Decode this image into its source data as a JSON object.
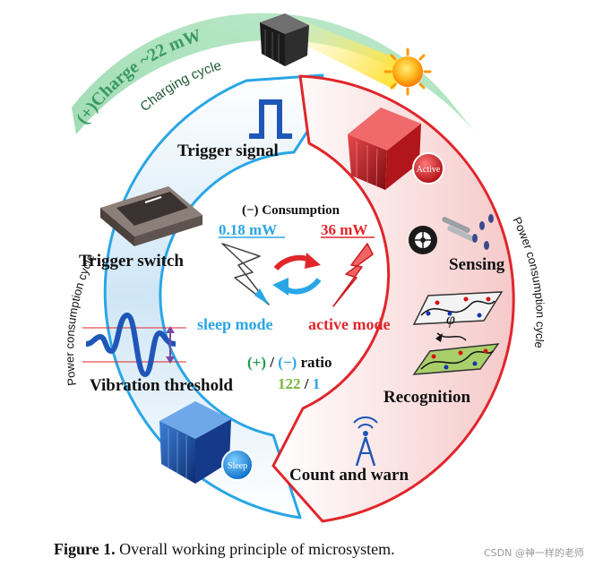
{
  "colors": {
    "blue_ring": "#29a6e6",
    "red_ring": "#e0262b",
    "charge_green": "#3a9a62",
    "ratio_green": "#1d9a4a",
    "ratio_blue": "#29a6e6",
    "ratio_lightgreen": "#7ab83a",
    "sleep_blue": "#29a6e6",
    "active_red": "#e0262b"
  },
  "charging": {
    "charge_text": "(+)Charge ~22 mW",
    "cycle_text": "Charging cycle"
  },
  "left_cycle_label": "Power consumption cycle",
  "right_cycle_label": "Power consumption cycle",
  "left_items": {
    "trigger_signal": "Trigger signal",
    "trigger_switch": "Trigger switch",
    "vibration_threshold": "Vibration threshold"
  },
  "right_items": {
    "sensing": "Sensing",
    "recognition": "Recognition",
    "count_warn": "Count and warn"
  },
  "cube_badges": {
    "active": "Active",
    "sleep": "Sleep"
  },
  "center": {
    "consumption_title": "(−) Consumption",
    "sleep_power": "0.18 mW",
    "active_power": "36 mW",
    "sleep_mode": "sleep mode",
    "active_mode": "active mode",
    "ratio_plus": "(+)",
    "ratio_slash1": "/",
    "ratio_minus": "(−)",
    "ratio_word": "ratio",
    "ratio_left": "122",
    "ratio_slash2": "/",
    "ratio_right": "1",
    "phi_symbol": "φ"
  },
  "caption": {
    "label": "Figure 1.",
    "text": " Overall working principle of microsystem."
  },
  "watermark": "CSDN @神一样的老师"
}
